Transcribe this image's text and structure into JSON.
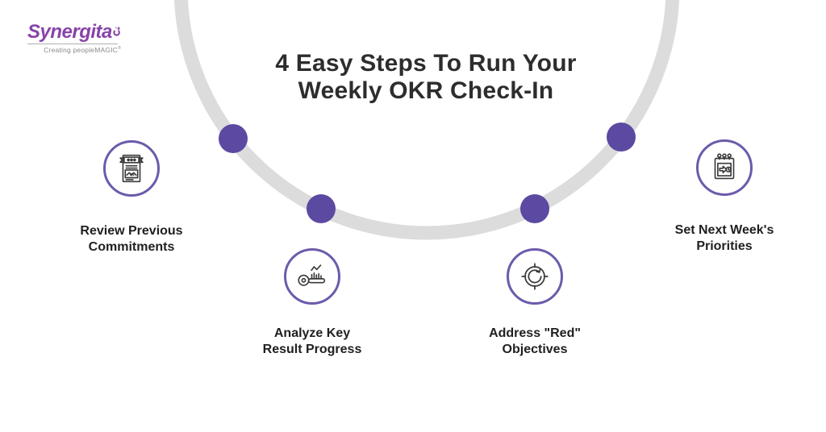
{
  "brand": {
    "name": "Synergita",
    "tagline": "Creating peopleMAGIC",
    "registered_mark": "®"
  },
  "title": {
    "line1": "4 Easy Steps To Run Your",
    "line2": "Weekly OKR Check-In"
  },
  "steps": [
    {
      "label_line1": "Review Previous",
      "label_line2": "Commitments",
      "icon": "certificate-handshake-icon"
    },
    {
      "label_line1": "Analyze Key",
      "label_line2": "Result Progress",
      "icon": "key-progress-icon"
    },
    {
      "label_line1": "Address \"Red\"",
      "label_line2": "Objectives",
      "icon": "target-refresh-icon"
    },
    {
      "label_line1": "Set Next Week's",
      "label_line2": "Priorities",
      "icon": "calendar-priorities-icon"
    }
  ],
  "colors": {
    "arc_gray": "#dcdcdc",
    "dot_purple": "#5b49a2",
    "ring_purple": "#6c5bab",
    "icon_stroke": "#3a3a3a",
    "title_dark": "#2d2d2d",
    "label_dark": "#1f1f1f",
    "logo_purple": "#8744a9",
    "tagline_gray": "#8a8a8a"
  }
}
